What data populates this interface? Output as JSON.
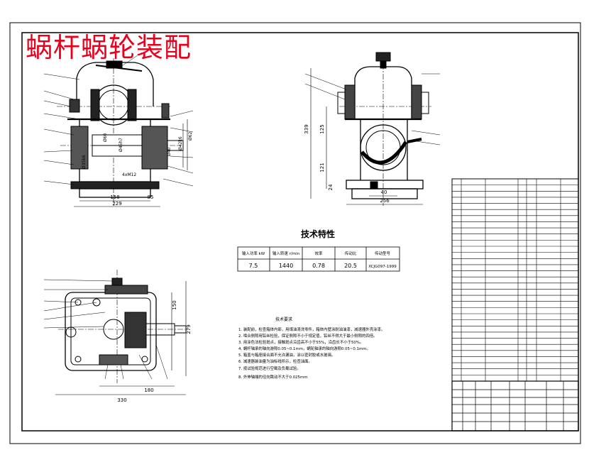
{
  "title": "蜗杆蜗轮装配",
  "spec_table": {
    "heading": "技术特性",
    "headers": [
      "输入功率 kW",
      "输入转速 r/min",
      "效率",
      "传动比",
      "传动型号"
    ],
    "values": [
      "7.5",
      "1440",
      "0.78",
      "20.5",
      "XCJG097-1999"
    ]
  },
  "tech_notes": {
    "heading": "技术要求",
    "items": [
      "1. 装配前，检查箱体内部，用煤油清洗零件，箱体内壁涂耐油油漆，减速器外壳涂漆。",
      "2. 啮合侧隙用铅丝检验，保证侧隙不小于规定值，铅丝不得大于最小侧隙的四倍。",
      "3. 用涂色法检验斑点，接触斑点沿齿高不小于55%，沿齿长不小于50%。",
      "4. 蜗杆轴承的轴向游隙0.05~0.1mm，蜗轮轴承的轴向游隙0.05~0.1mm。",
      "5. 箱盖与箱座接合面不允许漏油，涂以密封胶或水玻璃。",
      "6. 减速器装油量为油标线所示，检查油面。",
      "7. 按试验规范进行空载及负载试验。",
      "8. 外伸轴端的径向跳动不大于0.025mm"
    ]
  },
  "dimensions": {
    "front": [
      "158",
      "229",
      "85",
      "Ø60",
      "Ø45h7",
      "Ø42k6",
      "Ø40",
      "Ø35k6",
      "4xM12",
      "Ø62"
    ],
    "side": [
      "339",
      "125",
      "121",
      "24",
      "40",
      "256"
    ],
    "top": [
      "279",
      "150",
      "180",
      "330"
    ]
  },
  "parts_rows": 33,
  "colors": {
    "title": "#e8001c",
    "line": "#000000",
    "paper": "#ffffff"
  }
}
